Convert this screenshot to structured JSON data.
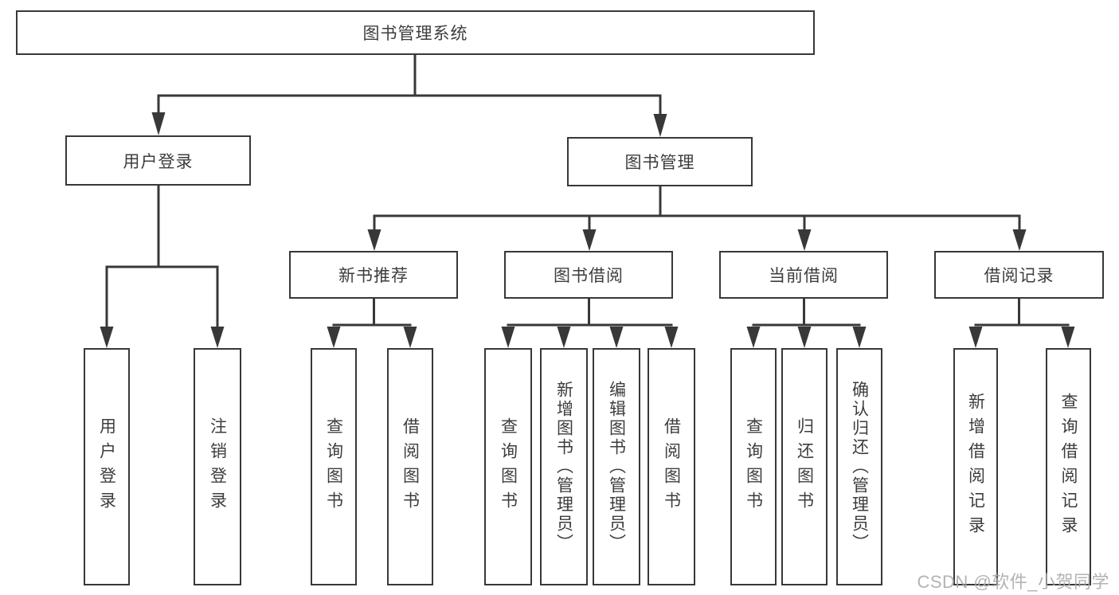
{
  "diagram": {
    "root": {
      "label": "图书管理系统"
    },
    "branches": [
      {
        "label": "用户登录",
        "children": [
          {
            "label": "用户登录"
          },
          {
            "label": "注销登录"
          }
        ]
      },
      {
        "label": "图书管理",
        "children": [
          {
            "label": "新书推荐",
            "children": [
              {
                "label": "查询图书"
              },
              {
                "label": "借阅图书"
              }
            ]
          },
          {
            "label": "图书借阅",
            "children": [
              {
                "label": "查询图书"
              },
              {
                "label": "新增图书（管理员）"
              },
              {
                "label": "编辑图书（管理员）"
              },
              {
                "label": "借阅图书"
              }
            ]
          },
          {
            "label": "当前借阅",
            "children": [
              {
                "label": "查询图书"
              },
              {
                "label": "归还图书"
              },
              {
                "label": "确认归还（管理员）"
              }
            ]
          },
          {
            "label": "借阅记录",
            "children": [
              {
                "label": "新增借阅记录"
              },
              {
                "label": "查询借阅记录"
              }
            ]
          }
        ]
      }
    ]
  },
  "watermark": {
    "text": "CSDN @软件_小贺同学"
  },
  "colors": {
    "line": "#383838",
    "box_border": "#383838",
    "text": "#3d3d3d",
    "background": "#ffffff",
    "watermark": "#a8a8a8"
  }
}
